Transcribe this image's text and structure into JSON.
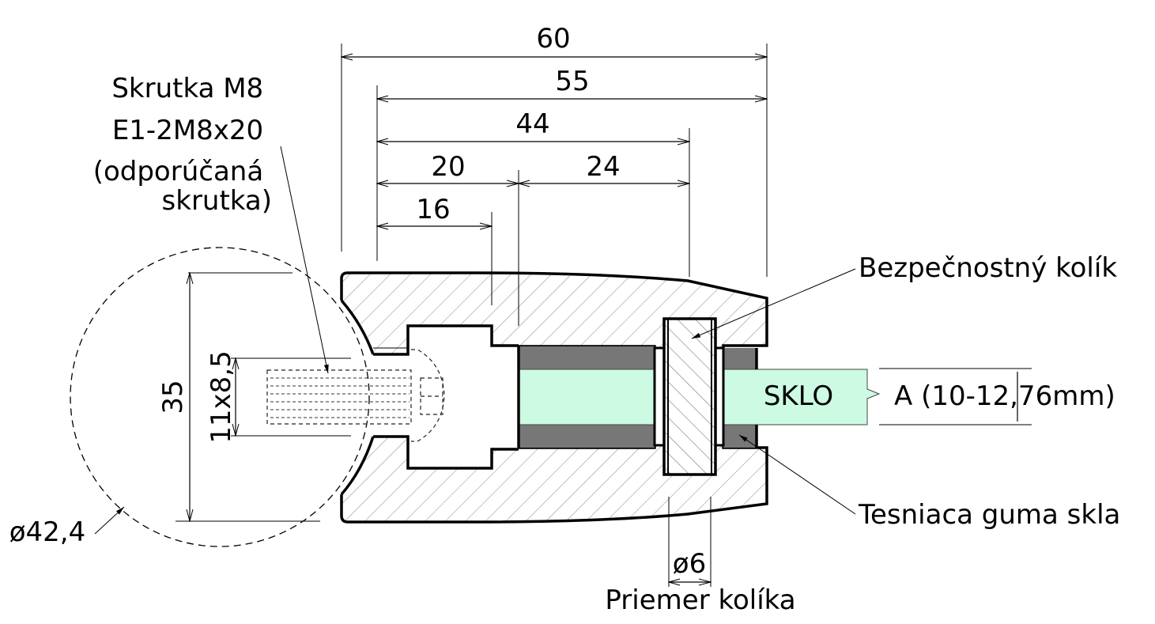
{
  "drawing": {
    "title": "Glass clamp cross-section",
    "colors": {
      "glass": "#ccfae2",
      "rubber": "#777777",
      "line": "#000000",
      "hatch": "#999999"
    }
  },
  "dimensions": {
    "d60": "60",
    "d55": "55",
    "d44": "44",
    "d20": "20",
    "d24": "24",
    "d16": "16",
    "d35": "35",
    "d11x8": "11x8,5",
    "d42": "ø42,4",
    "d6": "ø6",
    "glass_thickness": "A (10-12,76mm)"
  },
  "labels": {
    "screw": [
      "Skrutka M8",
      "E1-2M8x20",
      "(odporúčaná",
      "skrutka)"
    ],
    "pin": "Bezpečnostný kolík",
    "gasket": "Tesniaca guma skla",
    "pin_diameter": "Priemer kolíka",
    "glass": "SKLO"
  }
}
